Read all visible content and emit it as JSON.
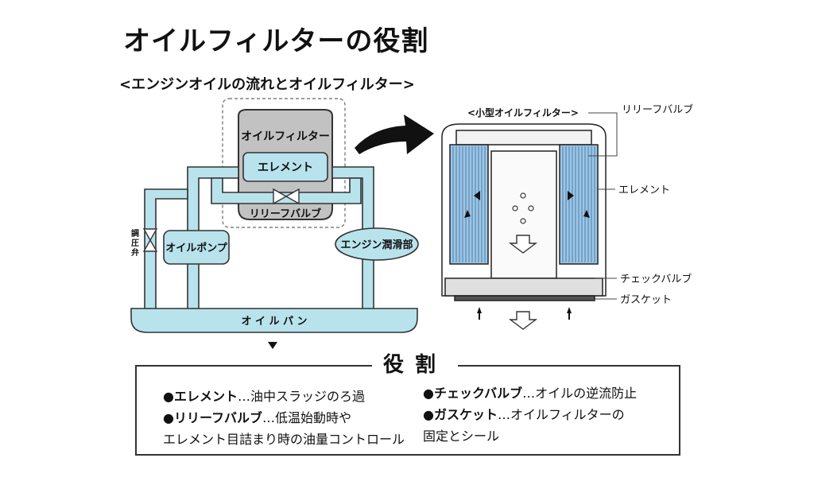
{
  "title": "オイルフィルターの役割",
  "subtitle": "<エンジンオイルの流れとオイルフィルター>",
  "flow_diagram": {
    "filter_label": "オイルフィルター",
    "element_label": "エレメント",
    "relief_label": "リリーフバルブ",
    "regulator_label": [
      "調",
      "圧",
      "弁"
    ],
    "pump_label": "オイルポンプ",
    "engine_label": "エンジン潤滑部",
    "pan_label": "オ イ ル パ ン"
  },
  "cutaway": {
    "title": "<小型オイルフィルター>",
    "relief": "リリーフバルブ",
    "element": "エレメント",
    "check": "チェックバルブ",
    "gasket": "ガスケット"
  },
  "roles": {
    "title": "役割",
    "items": [
      {
        "bullet": "●",
        "name": "エレメント",
        "desc": "…油中スラッジのろ過"
      },
      {
        "bullet": "●",
        "name": "リリーフバルブ",
        "desc": "…低温始動時や"
      },
      {
        "bullet": "",
        "name": "",
        "desc": "エレメント目詰まり時の油量コントロール"
      },
      {
        "bullet": "●",
        "name": "チェックバルブ",
        "desc": "…オイルの逆流防止"
      },
      {
        "bullet": "●",
        "name": "ガスケット",
        "desc": "…オイルフィルターの"
      },
      {
        "bullet": "",
        "name": "",
        "desc": "固定とシール"
      }
    ]
  },
  "colors": {
    "pipe": "#b8e3ec",
    "outline": "#333333",
    "filter_body": "#c2c2c2",
    "element_blue": "#9cc6e6"
  }
}
